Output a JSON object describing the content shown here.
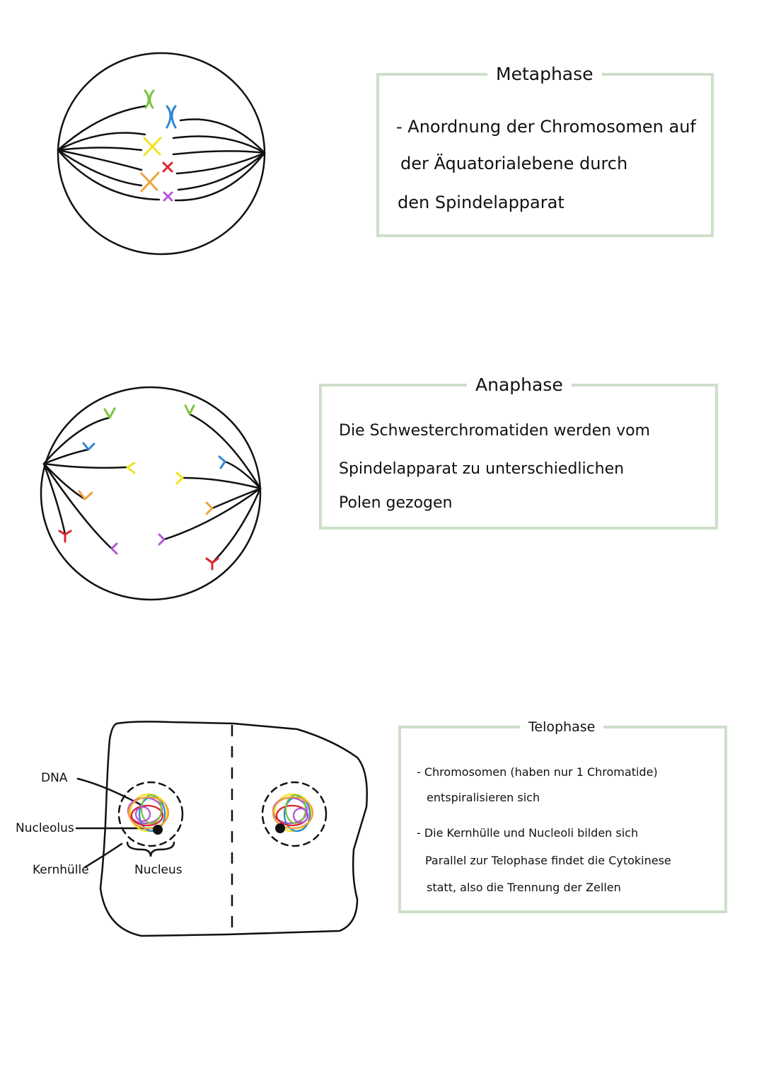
{
  "metaphase": {
    "title": "Metaphase",
    "lines": [
      "- Anordnung der Chromosomen auf",
      "der Äquatorialebene durch",
      "den Spindelapparat"
    ]
  },
  "anaphase": {
    "title": "Anaphase",
    "lines": [
      "Die Schwesterchromatiden werden vom",
      "Spindelapparat zu unterschiedlichen",
      "Polen gezogen"
    ]
  },
  "telophase": {
    "title": "Telophase",
    "lines": [
      "- Chromosomen (haben nur 1 Chromatide)",
      "entspiralisieren sich",
      "- Die Kernhülle und Nucleoli bilden sich",
      "Parallel zur Telophase findet die Cytokinese",
      "statt, also die Trennung der Zellen"
    ]
  },
  "labels": {
    "dna": "DNA",
    "nucleolus": "Nucleolus",
    "kernhuelle": "Kernhülle",
    "nucleus": "Nucleus"
  },
  "colors": {
    "box_border": "#cddfc9",
    "ink": "#111111",
    "chromosome_green": "#7cc43f",
    "chromosome_blue": "#2f86d6",
    "chromosome_yellow": "#f2e21b",
    "chromosome_red": "#d9262c",
    "chromosome_orange": "#f0a23c",
    "chromosome_purple": "#b455d8"
  }
}
